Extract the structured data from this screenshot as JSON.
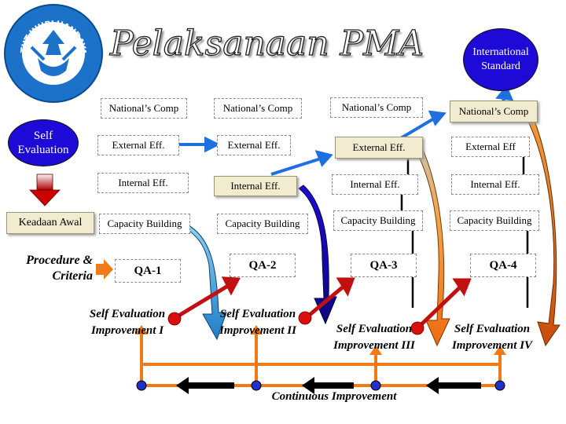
{
  "title": "Pelaksanaan PMA",
  "logo": {
    "ring_text": "TUT WURI HANDAYANI",
    "colors": {
      "ring": "#1b72c8",
      "center": "#ffffff"
    }
  },
  "international_standard": {
    "line1": "International",
    "line2": "Standard"
  },
  "self_evaluation": {
    "line1": "Self",
    "line2": "Evaluation"
  },
  "keadaan_awal": "Keadaan Awal",
  "procedure_criteria": {
    "line1": "Procedure &",
    "line2": "Criteria"
  },
  "stages": [
    {
      "qa": "QA-1",
      "national": "National’s Comp",
      "external": "External Eff.",
      "internal": "Internal Eff.",
      "capacity": "Capacity Building",
      "se1": "Self Evaluation",
      "se2": "Improvement I"
    },
    {
      "qa": "QA-2",
      "national": "National’s Comp",
      "external": "External Eff.",
      "internal": "Internal Eff.",
      "capacity": "Capacity Building",
      "se1": "Self Evaluation",
      "se2": "Improvement II"
    },
    {
      "qa": "QA-3",
      "national": "National’s Comp",
      "external": "External Eff.",
      "internal": "Internal Eff.",
      "capacity": "Capacity Building",
      "se1": "Self Evaluation",
      "se2": "Improvement III"
    },
    {
      "qa": "QA-4",
      "national": "National’s Comp",
      "external": "External Eff",
      "internal": "Internal Eff.",
      "capacity": "Capacity Building",
      "se1": "Self Evaluation",
      "se2": "Improvement IV"
    }
  ],
  "continuous_improvement": "Continuous Improvement",
  "colors": {
    "blue": "#1e0ad6",
    "orange": "#f07a18",
    "red": "#d90e0e",
    "dark_red": "#c01010",
    "light_blue": "#4aa6de",
    "arrow_yellow": "#fcc400",
    "highlight_box": "#f1ecd0",
    "blue_arrow": "#1f6fe0"
  }
}
